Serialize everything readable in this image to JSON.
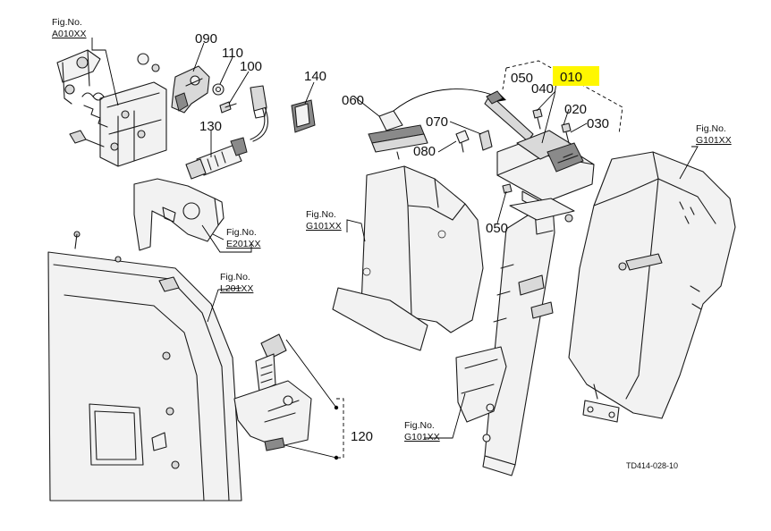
{
  "part_numbers": {
    "p090": "090",
    "p110": "110",
    "p100": "100",
    "p140": "140",
    "p130": "130",
    "p060": "060",
    "p050_top": "050",
    "p010": "010",
    "p040": "040",
    "p070": "070",
    "p020": "020",
    "p030": "030",
    "p080": "080",
    "p050_bottom": "050",
    "p120": "120"
  },
  "figure_refs": {
    "a010": {
      "label": "Fig.No.",
      "code": "A010XX"
    },
    "e201": {
      "label": "Fig.No.",
      "code": "E201XX"
    },
    "g101_left": {
      "label": "Fig.No.",
      "code": "G101XX"
    },
    "g101_right": {
      "label": "Fig.No.",
      "code": "G101XX"
    },
    "l201": {
      "label": "Fig.No.",
      "code": "L201XX"
    },
    "g101_bottom": {
      "label": "Fig.No.",
      "code": "G101XX"
    }
  },
  "drawing_code": "TD414-028-10",
  "colors": {
    "highlight": "#fff700",
    "line": "#1a1a1a"
  }
}
